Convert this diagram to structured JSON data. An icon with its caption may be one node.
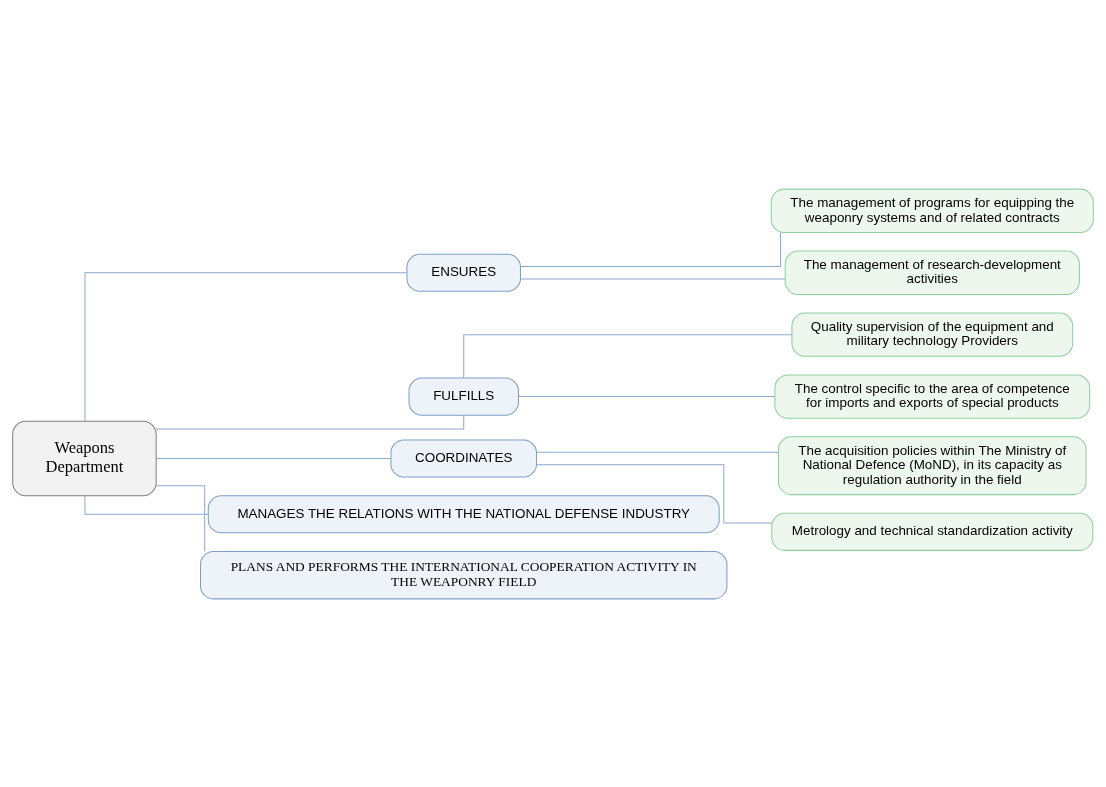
{
  "diagram": {
    "nodes": [
      {
        "text": [
          "Weapons Department"
        ]
      },
      {
        "text": [
          "ENSURES"
        ]
      },
      {
        "text": [
          "The management of programs for equipping the weaponry systems and of related contracts"
        ]
      },
      {
        "text": [
          "The management of research-development activities"
        ]
      },
      {
        "text": [
          "FULFILLS"
        ]
      },
      {
        "text": [
          "Quality supervision of the equipment and military technology Providers"
        ]
      },
      {
        "text": [
          "The control specific to the area of competence for imports and exports of special products"
        ]
      },
      {
        "text": [
          "COORDINATES"
        ]
      },
      {
        "text": [
          "The acquisition policies within The Ministry of National Defence (MoND), in its capacity as regulation authority in the field"
        ]
      },
      {
        "text": [
          "Metrology and technical standardization activity"
        ]
      },
      {
        "text": [
          "MANAGES THE RELATIONS WITH THE NATIONAL DEFENSE INDUSTRY"
        ]
      },
      {
        "text": [
          "PLANS AND PERFORMS THE INTERNATIONAL COOPERATION ACTIVITY IN THE WEAPONRY FIELD"
        ]
      }
    ],
    "edges": [
      {
        "from": 0,
        "to": 1,
        "arrow": "none"
      },
      {
        "from": 1,
        "to": 2,
        "arrow": "none"
      },
      {
        "from": 1,
        "to": 3,
        "arrow": "none"
      },
      {
        "from": 0,
        "to": 4,
        "arrow": "none"
      },
      {
        "from": 4,
        "to": 5,
        "arrow": "none"
      },
      {
        "from": 4,
        "to": 6,
        "arrow": "none"
      },
      {
        "from": 0,
        "to": 7,
        "arrow": "none"
      },
      {
        "from": 7,
        "to": 8,
        "arrow": "none"
      },
      {
        "from": 7,
        "to": 9,
        "arrow": "none"
      },
      {
        "from": 0,
        "to": 10,
        "arrow": "none"
      },
      {
        "from": 0,
        "to": 11,
        "arrow": "none"
      }
    ]
  }
}
